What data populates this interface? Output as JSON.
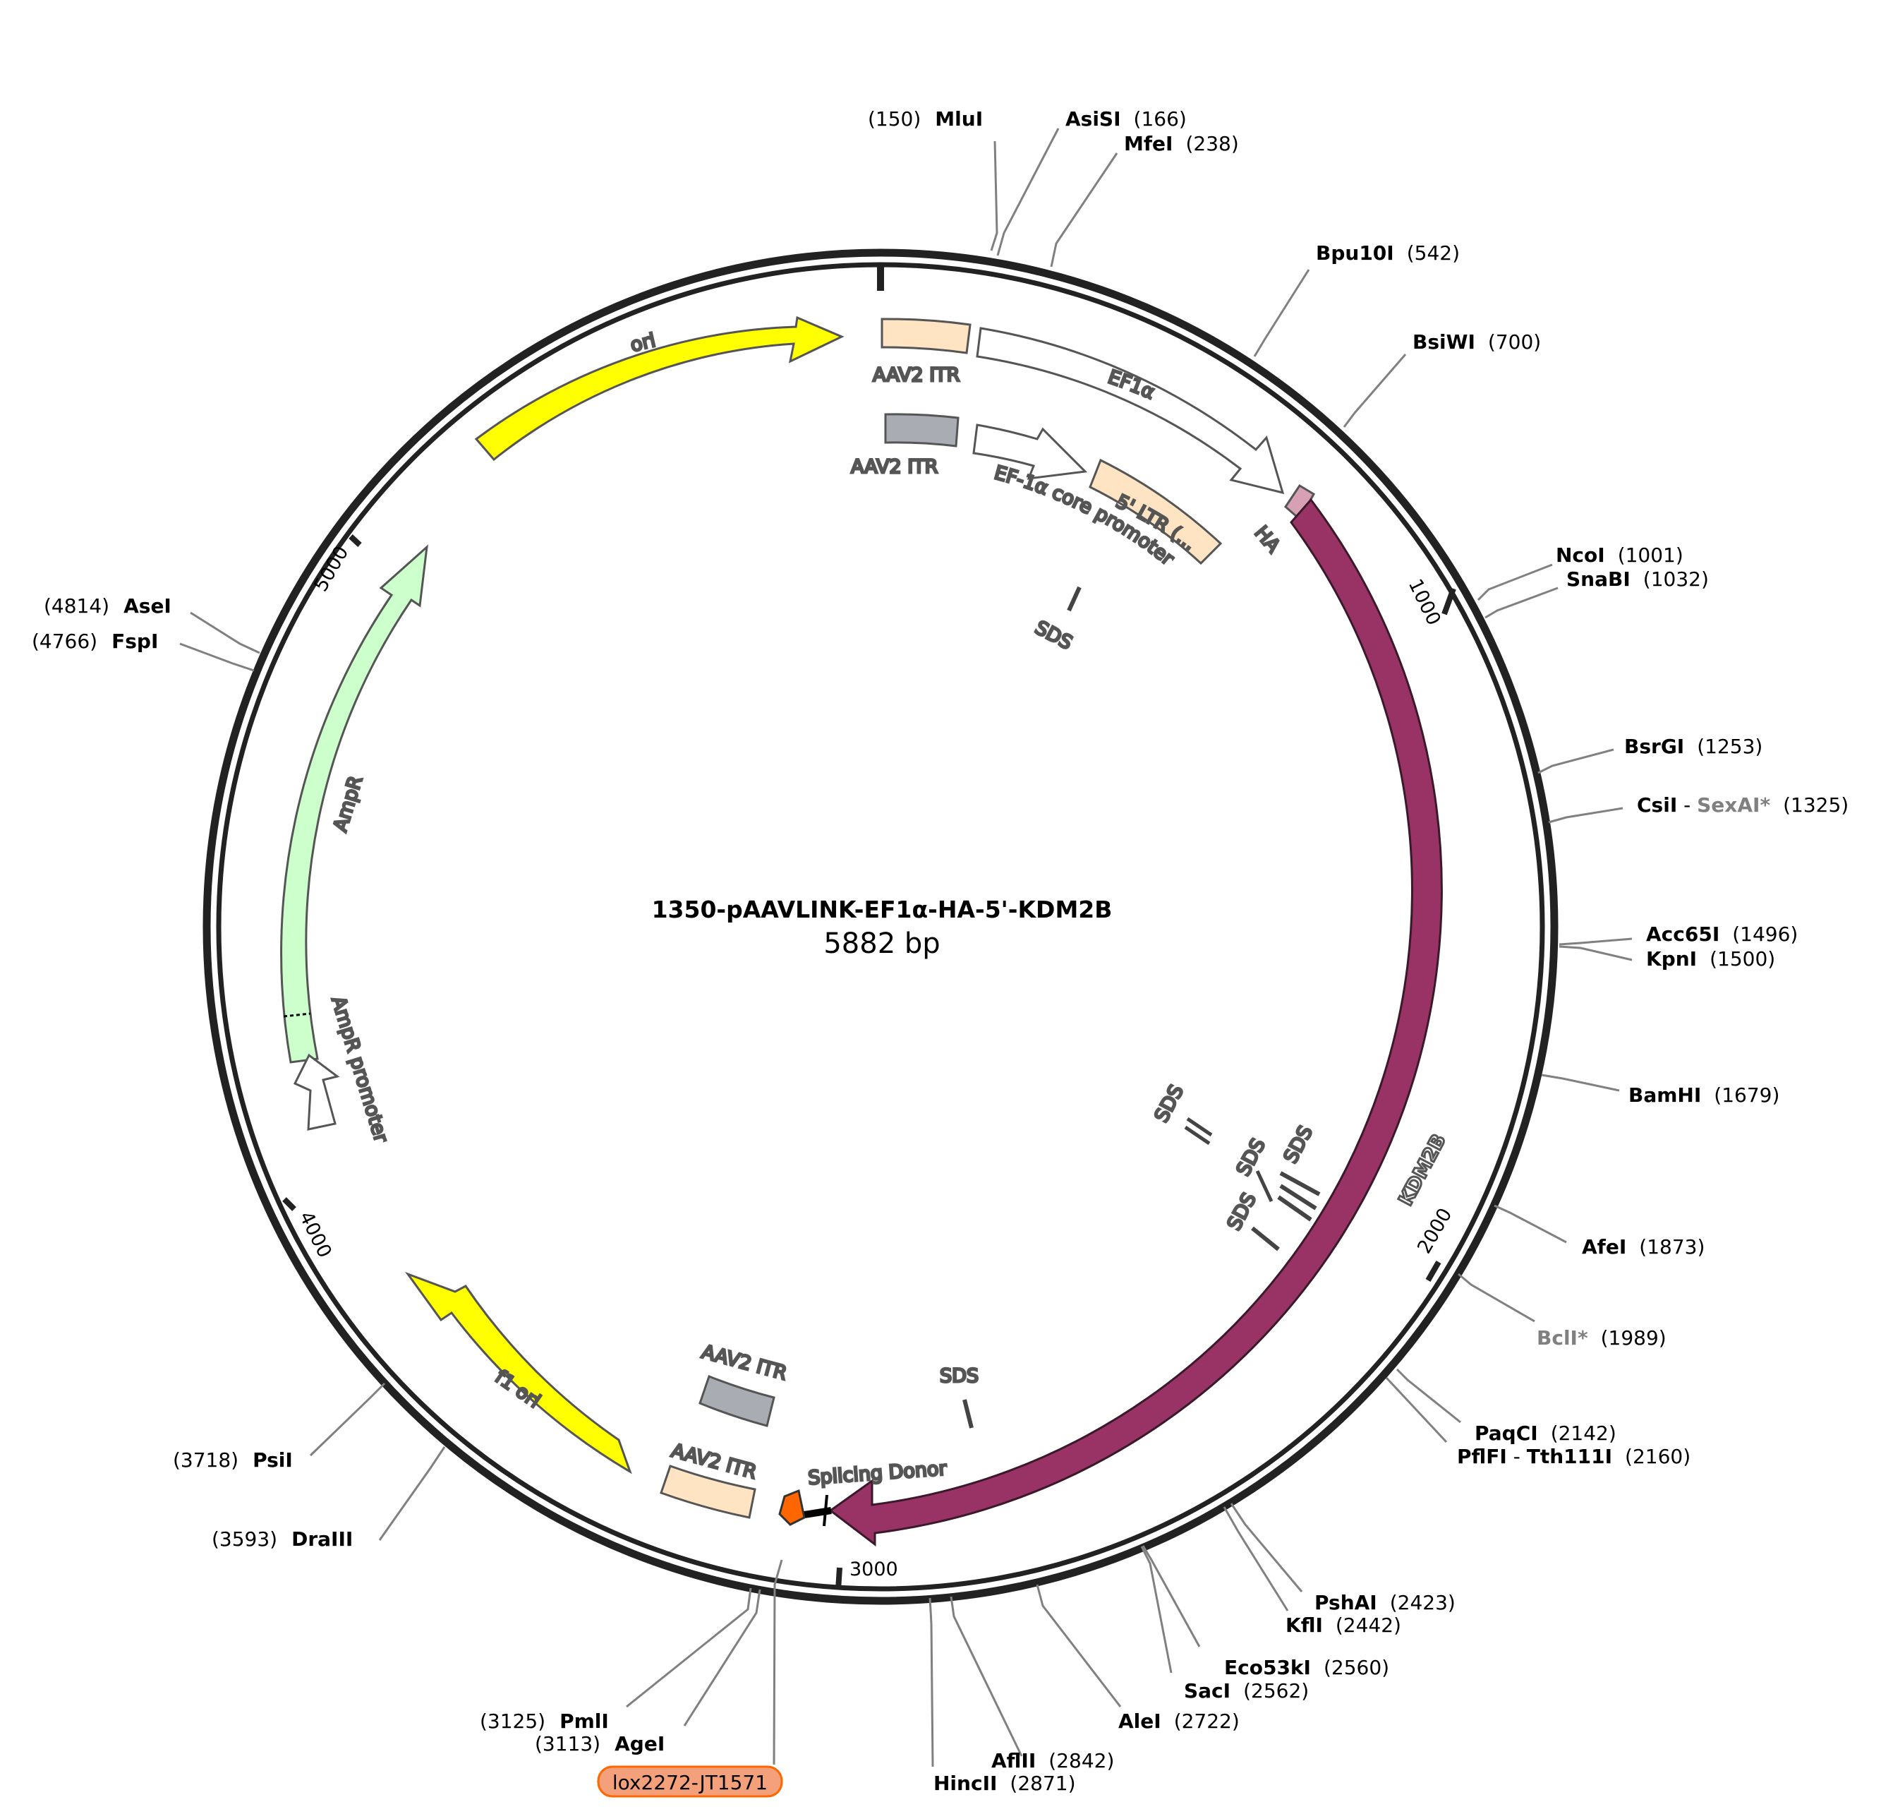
{
  "plasmid": {
    "name": "1350-pAAVLINK-EF1α-HA-5'-KDM2B",
    "size_label": "5882 bp",
    "length": 5882
  },
  "ticks": [
    {
      "pos": 1000,
      "label": "1000"
    },
    {
      "pos": 2000,
      "label": "2000"
    },
    {
      "pos": 3000,
      "label": "3000"
    },
    {
      "pos": 4000,
      "label": "4000"
    },
    {
      "pos": 5000,
      "label": "5000"
    }
  ],
  "enzymes": [
    {
      "name": "MluI",
      "pos_label": "(150)"
    },
    {
      "name": "AsiSI",
      "pos_label": "(166)"
    },
    {
      "name": "MfeI",
      "pos_label": "(238)"
    },
    {
      "name": "Bpu10I",
      "pos_label": "(542)"
    },
    {
      "name": "BsiWI",
      "pos_label": "(700)"
    },
    {
      "name": "NcoI",
      "pos_label": "(1001)"
    },
    {
      "name": "SnaBI",
      "pos_label": "(1032)"
    },
    {
      "name": "BsrGI",
      "pos_label": "(1253)"
    },
    {
      "name": "CsiI",
      "name2": "SexAI*",
      "pos_label": "(1325)"
    },
    {
      "name": "Acc65I",
      "pos_label": "(1496)"
    },
    {
      "name": "KpnI",
      "pos_label": "(1500)"
    },
    {
      "name": "BamHI",
      "pos_label": "(1679)"
    },
    {
      "name": "AfeI",
      "pos_label": "(1873)"
    },
    {
      "name": "BclI*",
      "pos_label": "(1989)"
    },
    {
      "name": "PaqCI",
      "pos_label": "(2142)"
    },
    {
      "name": "PflFI",
      "name2": "Tth111I",
      "pos_label": "(2160)"
    },
    {
      "name": "PshAI",
      "pos_label": "(2423)"
    },
    {
      "name": "KflI",
      "pos_label": "(2442)"
    },
    {
      "name": "Eco53kI",
      "pos_label": "(2560)"
    },
    {
      "name": "SacI",
      "pos_label": "(2562)"
    },
    {
      "name": "AleI",
      "pos_label": "(2722)"
    },
    {
      "name": "AflII",
      "pos_label": "(2842)"
    },
    {
      "name": "HincII",
      "pos_label": "(2871)"
    },
    {
      "name": "PmlI",
      "pos_label": "(3125)"
    },
    {
      "name": "AgeI",
      "pos_label": "(3113)"
    },
    {
      "name": "DraIII",
      "pos_label": "(3593)"
    },
    {
      "name": "PsiI",
      "pos_label": "(3718)"
    },
    {
      "name": "FspI",
      "pos_label": "(4766)"
    },
    {
      "name": "AseI",
      "pos_label": "(4814)"
    }
  ],
  "features": [
    {
      "name": "ori",
      "color": "#ffff00"
    },
    {
      "name": "AAV2 ITR",
      "color": "#ffe4c4"
    },
    {
      "name": "EF1α",
      "color": "#ffffff"
    },
    {
      "name": "AAV2 ITR",
      "color": "#a9adb3"
    },
    {
      "name": "EF-1α core promoter",
      "color": "#ffffff"
    },
    {
      "name": "5' LTR (...",
      "color": "#ffe4c4"
    },
    {
      "name": "HA",
      "color": "#d8a0b5"
    },
    {
      "name": "KDM2B",
      "color": "#993366"
    },
    {
      "name": "SDS",
      "color": "#444444"
    },
    {
      "name": "SDS",
      "color": "#444444"
    },
    {
      "name": "SDS",
      "color": "#444444"
    },
    {
      "name": "SDS",
      "color": "#444444"
    },
    {
      "name": "SDS",
      "color": "#444444"
    },
    {
      "name": "SDS",
      "color": "#444444"
    },
    {
      "name": "Splicing Donor",
      "color": "#000000"
    },
    {
      "name": "AAV2 ITR",
      "color": "#a9adb3"
    },
    {
      "name": "AAV2 ITR",
      "color": "#ffe4c4"
    },
    {
      "name": "f1 ori",
      "color": "#ffff00"
    },
    {
      "name": "AmpR",
      "color": "#ccffcc"
    },
    {
      "name": "AmpR promoter",
      "color": "#ffffff"
    }
  ],
  "lox_label": "lox2272-JT1571",
  "colors": {
    "backbone": "#222222",
    "kdm2b": "#993366",
    "lox": "#f4a07a",
    "lox_border": "#ff6600",
    "lead_line": "#808080"
  }
}
